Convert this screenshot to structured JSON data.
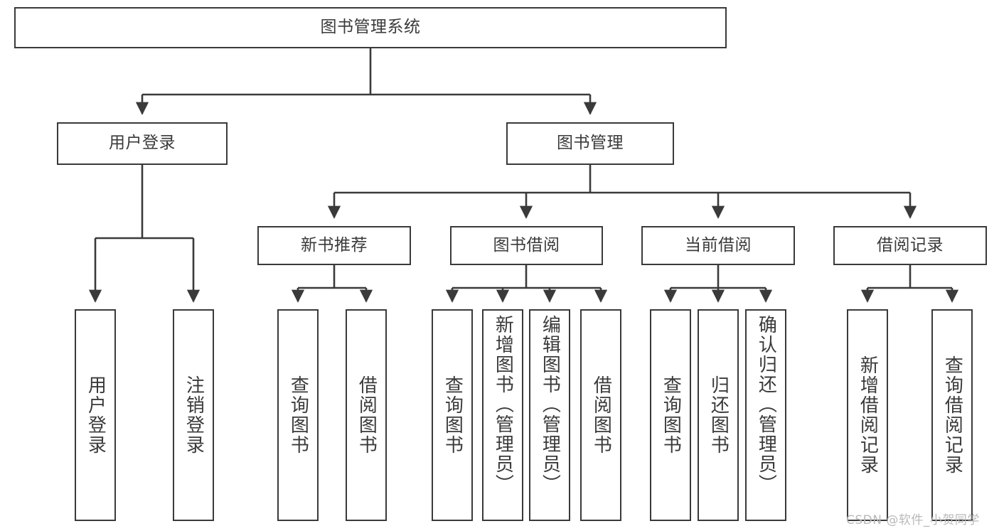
{
  "diagram": {
    "type": "tree-hierarchy-chart",
    "title": "图书管理系统",
    "stroke_color": "#3a3a3a",
    "text_color": "#3a3a3a",
    "background_color": "#ffffff",
    "nodes": {
      "root": {
        "label": "图书管理系统",
        "level": 0
      },
      "l1": [
        {
          "id": "user_login",
          "label": "用户登录"
        },
        {
          "id": "book_mgmt",
          "label": "图书管理"
        }
      ],
      "l2": [
        {
          "id": "new_book_rec",
          "label": "新书推荐",
          "parent": "book_mgmt"
        },
        {
          "id": "book_borrow",
          "label": "图书借阅",
          "parent": "book_mgmt"
        },
        {
          "id": "current_borrow",
          "label": "当前借阅",
          "parent": "book_mgmt"
        },
        {
          "id": "borrow_record",
          "label": "借阅记录",
          "parent": "book_mgmt"
        }
      ],
      "leaves": [
        {
          "id": "leaf_user_login",
          "label": "用户登录",
          "parent": "user_login"
        },
        {
          "id": "leaf_user_logout",
          "label": "注销登录",
          "parent": "user_login"
        },
        {
          "id": "leaf_query_book_1",
          "label": "查询图书",
          "parent": "new_book_rec"
        },
        {
          "id": "leaf_borrow_book_1",
          "label": "借阅图书",
          "parent": "new_book_rec"
        },
        {
          "id": "leaf_query_book_2",
          "label": "查询图书",
          "parent": "book_borrow"
        },
        {
          "id": "leaf_add_book",
          "label": "新增图书（管理员）",
          "parent": "book_borrow"
        },
        {
          "id": "leaf_edit_book",
          "label": "编辑图书（管理员）",
          "parent": "book_borrow"
        },
        {
          "id": "leaf_borrow_book_2",
          "label": "借阅图书",
          "parent": "book_borrow"
        },
        {
          "id": "leaf_query_book_3",
          "label": "查询图书",
          "parent": "current_borrow"
        },
        {
          "id": "leaf_return_book",
          "label": "归还图书",
          "parent": "current_borrow"
        },
        {
          "id": "leaf_confirm_return",
          "label": "确认归还（管理员）",
          "parent": "current_borrow"
        },
        {
          "id": "leaf_add_record",
          "label": "新增借阅记录",
          "parent": "borrow_record"
        },
        {
          "id": "leaf_query_record",
          "label": "查询借阅记录",
          "parent": "borrow_record"
        }
      ]
    }
  },
  "watermark": {
    "text": "CSDN @软件_小贺同学"
  }
}
